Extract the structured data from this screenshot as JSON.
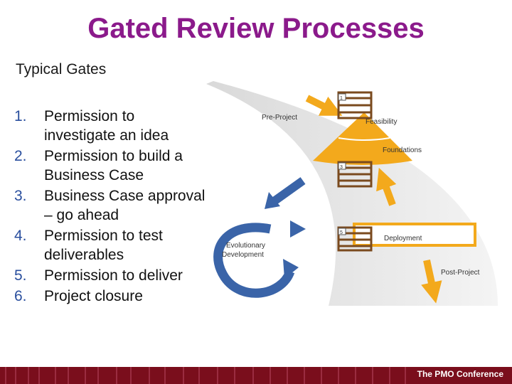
{
  "title": "Gated Review Processes",
  "subtitle": "Typical Gates",
  "gates": [
    {
      "num": "1.",
      "text": "Permission to investigate an idea"
    },
    {
      "num": "2.",
      "text": "Permission to build a Business Case"
    },
    {
      "num": "3.",
      "text": "Business Case approval – go ahead"
    },
    {
      "num": "4.",
      "text": "Permission to test deliverables"
    },
    {
      "num": "5.",
      "text": "Permission to deliver"
    },
    {
      "num": "6.",
      "text": "Project closure"
    }
  ],
  "diagram": {
    "pre_project": "Pre-Project",
    "feasibility": "Feasibility",
    "foundations": "Foundations",
    "evolutionary_line1": "Evolutionary",
    "evolutionary_line2": "Development",
    "deployment": "Deployment",
    "post_project": "Post-Project",
    "gate_numbers": [
      "1",
      "3",
      "5"
    ]
  },
  "footer": {
    "text": "The PMO Conference"
  },
  "colors": {
    "title": "#8B1A8B",
    "accent": "#f3a91c",
    "blue": "#3a64a8",
    "footer": "#7a0e1c"
  }
}
